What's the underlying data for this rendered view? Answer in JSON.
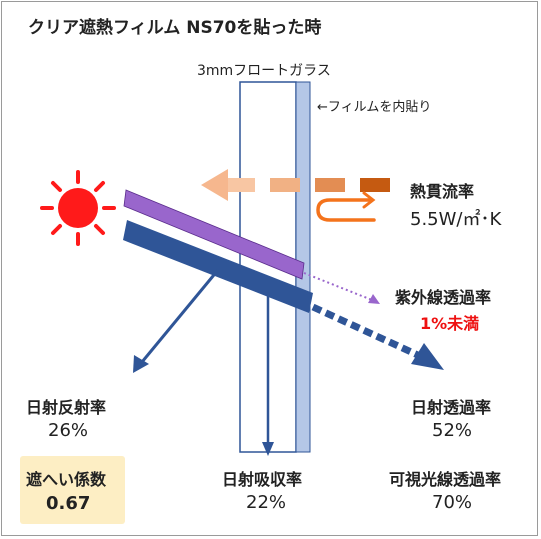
{
  "title": "クリア遮熱フィルム NS70を貼った時",
  "glass_label": "3mmフロートガラス",
  "film_label": "←フィルムを内貼り",
  "heat_transfer": {
    "label": "熱貫流率",
    "value": "5.5W/㎡･K"
  },
  "uv_transmittance": {
    "label": "紫外線透過率",
    "value": "1%未満"
  },
  "solar_reflectance": {
    "label": "日射反射率",
    "value": "26%"
  },
  "solar_transmittance": {
    "label": "日射透過率",
    "value": "52%"
  },
  "solar_absorptance": {
    "label": "日射吸収率",
    "value": "22%"
  },
  "visible_transmittance": {
    "label": "可視光線透過率",
    "value": "70%"
  },
  "shading_coefficient": {
    "label": "遮へい係数",
    "value": "0.67"
  },
  "colors": {
    "sun": "#ff1a1a",
    "uv_beam": "#9966cc",
    "solar_beam": "#2f5597",
    "film": "#b4c7e7",
    "heat_arrow": "#f4a470",
    "heat_arrow_dark": "#c55a11",
    "loop": "#f4731c",
    "warning": "#ee1111",
    "shade_box": "#fdeec4"
  }
}
